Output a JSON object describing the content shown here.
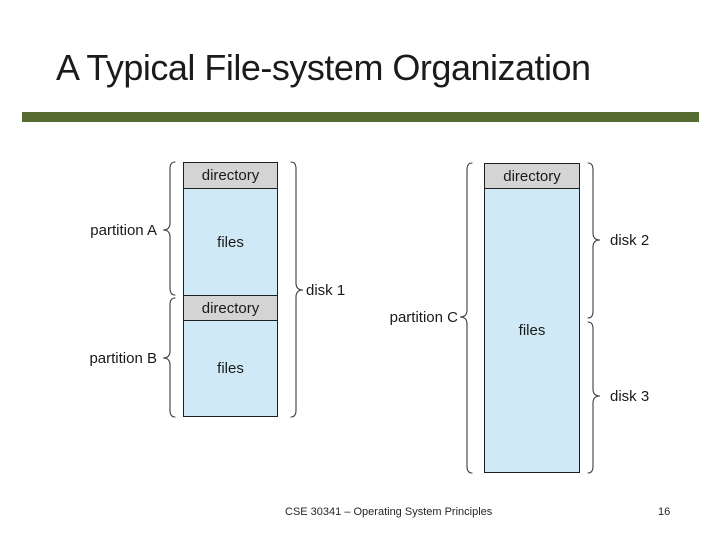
{
  "slide": {
    "title": "A Typical File-system Organization",
    "accent_bar_color": "#556B2F"
  },
  "diagram": {
    "left_column": {
      "sections": [
        {
          "type": "directory",
          "label": "directory"
        },
        {
          "type": "files",
          "label": "files"
        },
        {
          "type": "directory",
          "label": "directory"
        },
        {
          "type": "files",
          "label": "files"
        }
      ]
    },
    "right_column": {
      "sections": [
        {
          "type": "directory",
          "label": "directory"
        },
        {
          "type": "files",
          "label": "files"
        }
      ]
    },
    "labels": {
      "partition_a": "partition A",
      "partition_b": "partition B",
      "partition_c": "partition C",
      "disk_1": "disk 1",
      "disk_2": "disk 2",
      "disk_3": "disk 3"
    },
    "colors": {
      "directory_fill": "#d4d4d4",
      "files_fill": "#cfe9f7",
      "border": "#1f1f1f"
    }
  },
  "footer": {
    "course": "CSE 30341 – Operating System Principles",
    "page_number": "16"
  }
}
